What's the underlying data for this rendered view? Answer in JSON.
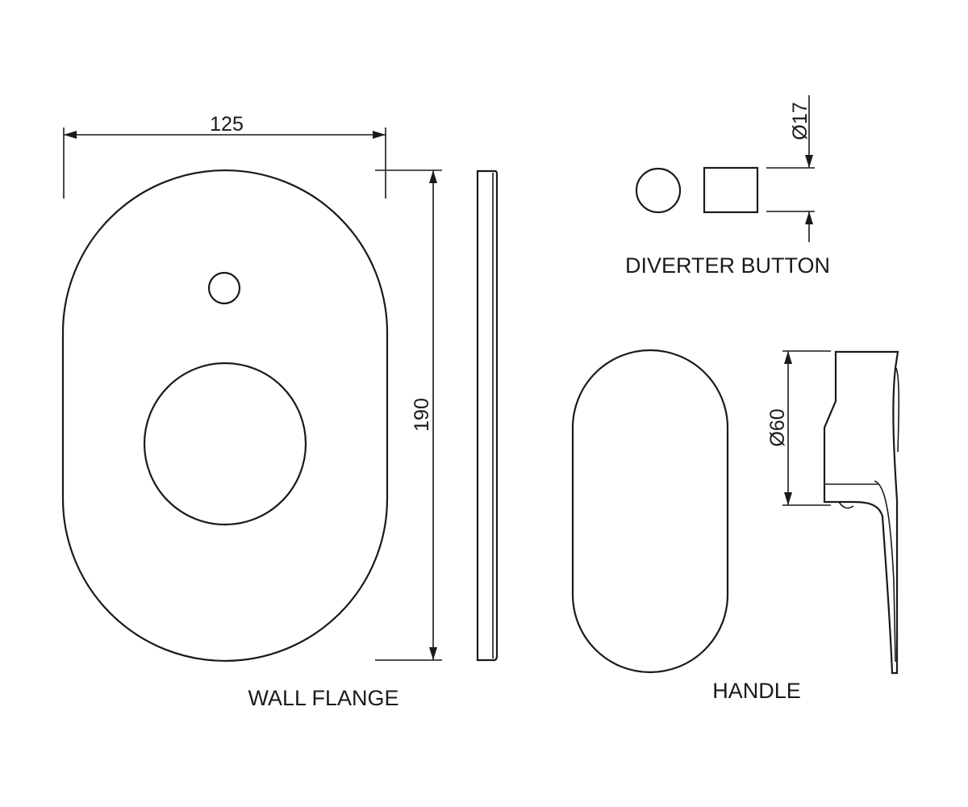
{
  "labels": {
    "wall_flange": "WALL FLANGE",
    "diverter_button": "DIVERTER BUTTON",
    "handle": "HANDLE"
  },
  "dimensions": {
    "flange_width": "125",
    "flange_height": "190",
    "button_diameter": "Ø17",
    "handle_diameter": "Ø60"
  },
  "colors": {
    "stroke": "#1a1a1a",
    "background": "#ffffff"
  }
}
